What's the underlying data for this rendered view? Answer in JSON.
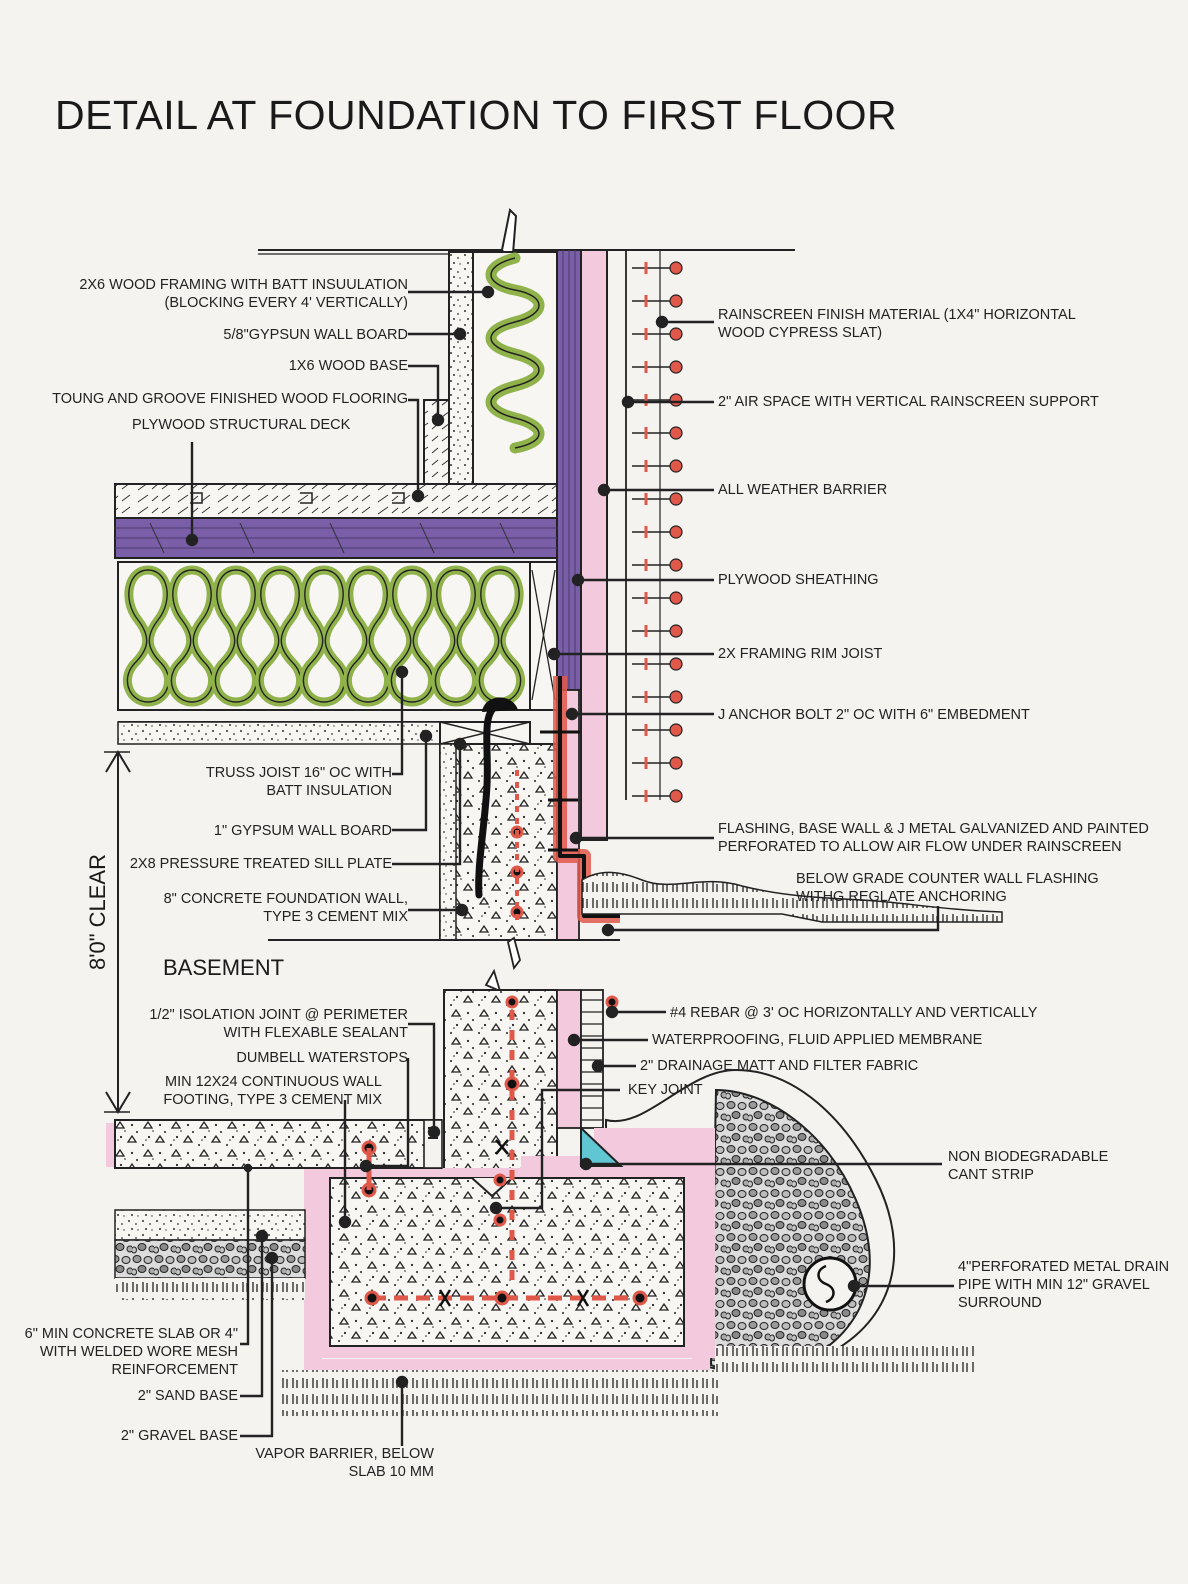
{
  "title": "DETAIL AT FOUNDATION TO FIRST FLOOR",
  "labels": {
    "wood_framing": [
      "2X6 WOOD FRAMING WITH BATT INSUULATION",
      "(BLOCKING EVERY 4' VERTICALLY)"
    ],
    "gypsum_58": [
      "5/8\"GYPSUN WALL BOARD"
    ],
    "wood_base": [
      "1X6 WOOD BASE"
    ],
    "flooring": [
      "TOUNG AND GROOVE FINISHED WOOD FLOORING"
    ],
    "plywood_deck": [
      "PLYWOOD STRUCTURAL DECK"
    ],
    "truss_joist": [
      "TRUSS JOIST 16\" OC WITH",
      "BATT INSULATION"
    ],
    "gypsum_1": [
      "1\" GYPSUM WALL BOARD"
    ],
    "sill_plate": [
      "2X8 PRESSURE  TREATED SILL PLATE"
    ],
    "foundation_wall": [
      "8\" CONCRETE FOUNDATION WALL,",
      "TYPE  3 CEMENT MIX"
    ],
    "isolation_joint": [
      "1/2\" ISOLATION JOINT @ PERIMETER",
      "WITH FLEXABLE SEALANT"
    ],
    "waterstops": [
      "DUMBELL WATERSTOPS"
    ],
    "footing": [
      "MIN 12X24 CONTINUOUS WALL",
      "FOOTING, TYPE 3 CEMENT MIX"
    ],
    "slab": [
      "6\" MIN CONCRETE SLAB OR 4\"",
      "WITH WELDED WORE MESH",
      "REINFORCEMENT"
    ],
    "sand_base": [
      "2\" SAND BASE"
    ],
    "gravel_base": [
      "2\" GRAVEL BASE"
    ],
    "vapor_barrier": [
      "VAPOR BARRIER, BELOW",
      "SLAB 10 MM"
    ],
    "rainscreen": [
      "RAINSCREEN FINISH MATERIAL (1X4\" HORIZONTAL",
      "WOOD CYPRESS SLAT)"
    ],
    "air_space": [
      "2\" AIR SPACE WITH VERTICAL RAINSCREEN SUPPORT"
    ],
    "weather_barrier": [
      "ALL WEATHER BARRIER"
    ],
    "plywood_sheathing": [
      "PLYWOOD SHEATHING"
    ],
    "rim_joist": [
      "2X FRAMING RIM JOIST"
    ],
    "anchor_bolt": [
      "J ANCHOR BOLT 2\" OC WITH 6\" EMBEDMENT"
    ],
    "flashing": [
      "FLASHING, BASE WALL & J METAL GALVANIZED AND PAINTED",
      "PERFORATED TO ALLOW AIR FLOW UNDER RAINSCREEN"
    ],
    "counter_flashing": [
      "BELOW GRADE COUNTER WALL FLASHING",
      "WITHG REGLATE ANCHORING"
    ],
    "rebar": [
      "#4 REBAR @ 3' OC HORIZONTALLY AND VERTICALLY"
    ],
    "waterproofing": [
      "WATERPROOFING, FLUID APPLIED MEMBRANE"
    ],
    "drainage_matt": [
      "2\" DRAINAGE MATT AND FILTER FABRIC"
    ],
    "key_joint": [
      "KEY JOINT"
    ],
    "cant_strip": [
      "NON BIODEGRADABLE",
      "CANT STRIP"
    ],
    "drain_pipe": [
      "4\"PERFORATED METAL DRAIN",
      "PIPE WITH MIN 12\" GRAVEL",
      "SURROUND"
    ]
  },
  "basement": "BASEMENT",
  "clear_height": "8'0\" CLEAR",
  "colors": {
    "insulation": "#8fb24a",
    "purple": "#7b5ea8",
    "pink": "#f2c9dd",
    "red": "#e0584a",
    "cyan": "#5fc6d2",
    "line": "#1a1a1a"
  }
}
